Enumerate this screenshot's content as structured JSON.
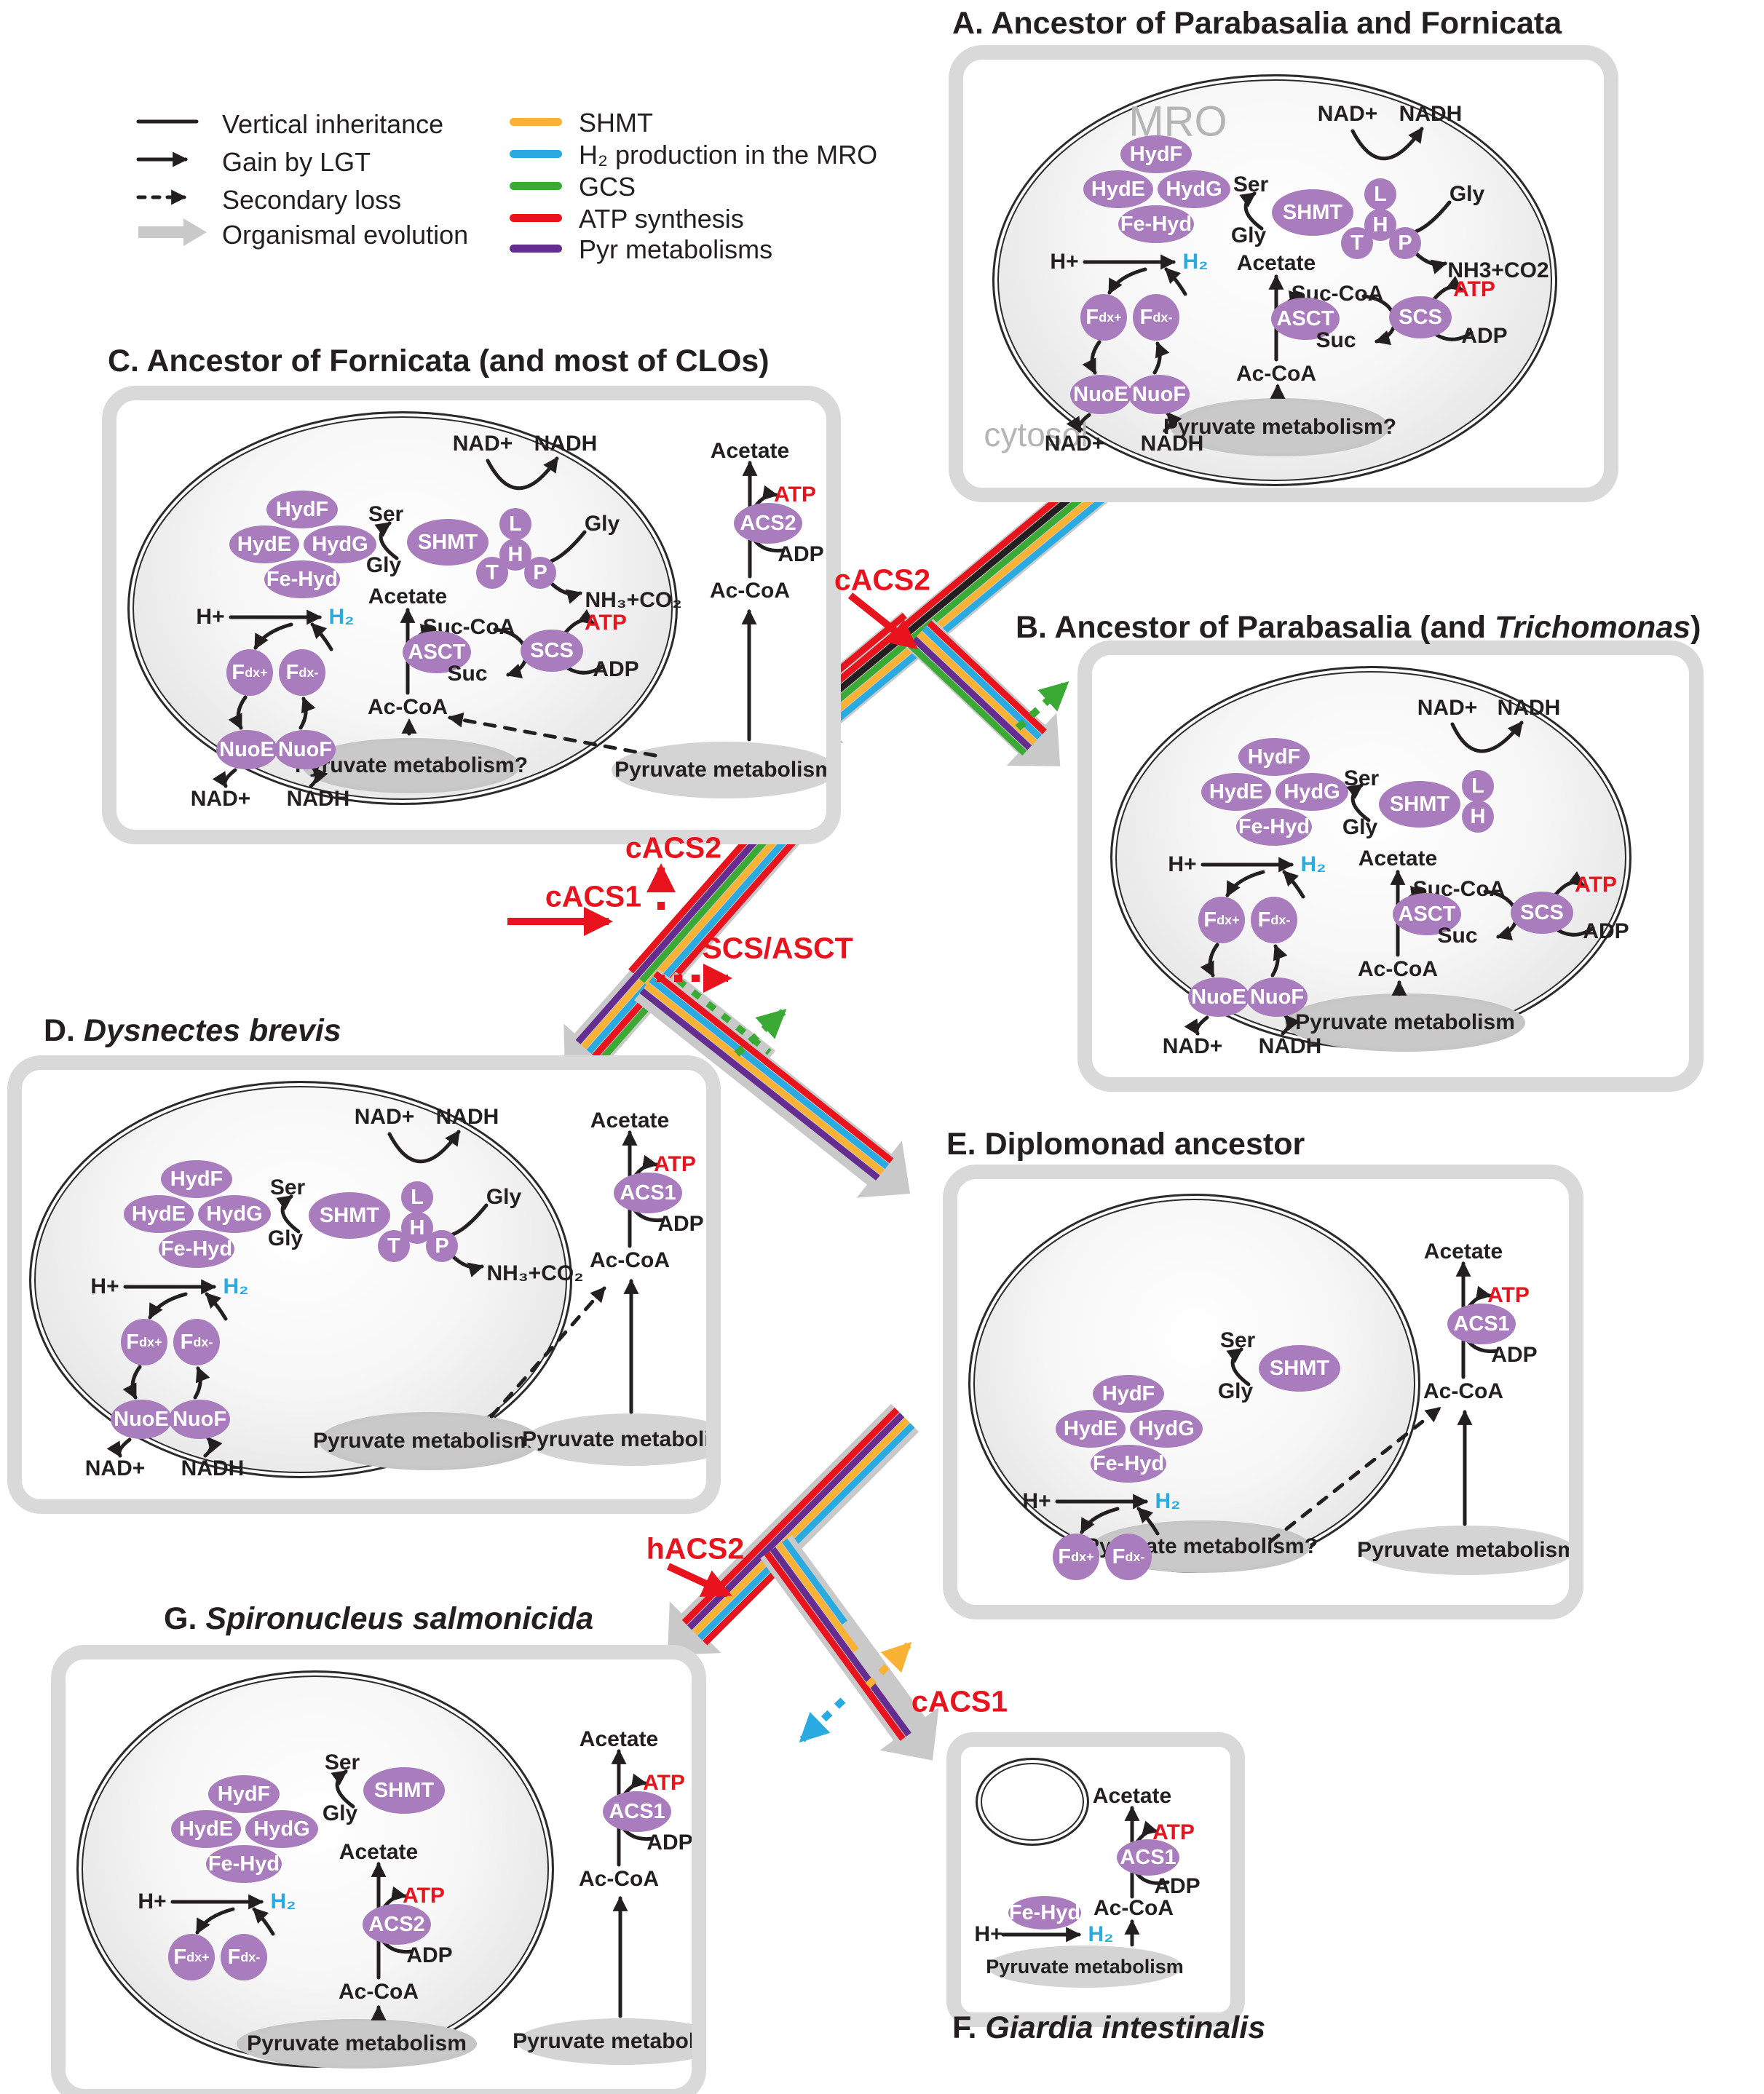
{
  "colors": {
    "enzyme_purple": "#a87cbd",
    "red": "#e8131c",
    "blue": "#29abe2",
    "yellow": "#f9b233",
    "green": "#3aaa35",
    "purple": "#662d91",
    "black": "#231f20",
    "gray_arrow": "#c9c9c9",
    "frame_gray": "#d9d9d9"
  },
  "legend": {
    "line_items": [
      {
        "label": "Vertical inheritance"
      },
      {
        "label": "Gain by LGT"
      },
      {
        "label": "Secondary loss"
      },
      {
        "label": "Organismal evolution"
      }
    ],
    "pathway_items": [
      {
        "label": "SHMT",
        "color": "#f9b233"
      },
      {
        "label": "H₂ production in the MRO",
        "color": "#29abe2"
      },
      {
        "label": "GCS",
        "color": "#3aaa35"
      },
      {
        "label": "ATP synthesis",
        "color": "#e8131c"
      },
      {
        "label": "Pyr metabolisms",
        "color": "#662d91"
      }
    ]
  },
  "w": {
    "ser": "Ser",
    "gly": "Gly",
    "nad": "NAD+",
    "nadh": "NADH",
    "h": "H+",
    "h2": "H₂",
    "acetate": "Acetate",
    "succoa": "Suc-CoA",
    "suc": "Suc",
    "atp": "ATP",
    "adp": "ADP",
    "accoa": "Ac-CoA",
    "nh3_a": "NH3+CO2",
    "nh3": "NH₃+CO₂",
    "pyrq": "Pyruvate metabolism?",
    "pyr": "Pyruvate metabolism",
    "mro": "MRO",
    "cytosol": "cytosol",
    "f": "F",
    "dxp": "dx+",
    "dxm": "dx-"
  },
  "enz": {
    "hydf": "HydF",
    "hyde": "HydE",
    "hydg": "HydG",
    "fehyd": "Fe-Hyd",
    "nuoe": "NuoE",
    "nuof": "NuoF",
    "shmt": "SHMT",
    "l": "L",
    "hh": "H",
    "t": "T",
    "p": "P",
    "asct": "ASCT",
    "scs": "SCS",
    "acs1": "ACS1",
    "acs2": "ACS2"
  },
  "lgt": {
    "cacs2": "cACS2",
    "cacs1": "cACS1",
    "scs_asct": "SCS/ASCT",
    "hacs2": "hACS2"
  },
  "panels": {
    "a": {
      "prefix": "A. Ancestor of Parabasalia and Fornicata",
      "italic": "",
      "suffix": ""
    },
    "b": {
      "prefix": "B. Ancestor of Parabasalia (and ",
      "italic": "Trichomonas",
      "suffix": ")"
    },
    "c": {
      "prefix": "C. Ancestor of Fornicata (and most of CLOs)",
      "italic": "",
      "suffix": ""
    },
    "d": {
      "prefix": "D. ",
      "italic": "Dysnectes brevis",
      "suffix": ""
    },
    "e": {
      "prefix": "E. Diplomonad ancestor",
      "italic": "",
      "suffix": ""
    },
    "f": {
      "prefix": "F. ",
      "italic": "Giardia intestinalis",
      "suffix": ""
    },
    "g": {
      "prefix": "G. ",
      "italic": "Spironucleus salmonicida",
      "suffix": ""
    }
  }
}
